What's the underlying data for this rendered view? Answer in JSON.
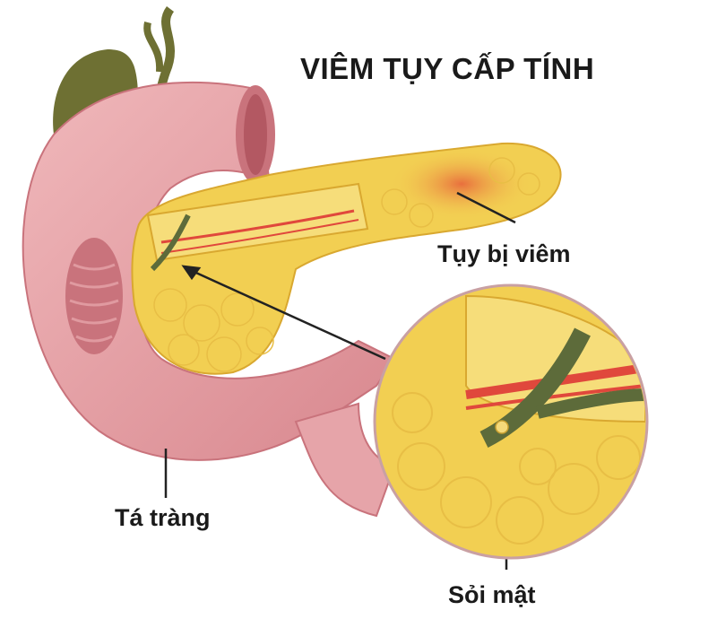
{
  "diagram": {
    "title": "VIÊM TỤY CẤP TÍNH",
    "labels": {
      "inflamed_pancreas": "Tụy bị viêm",
      "duodenum": "Tá tràng",
      "gallstone": "Sỏi mật"
    },
    "colors": {
      "intestine": "#e6a4a9",
      "intestine_dark": "#c9737c",
      "pancreas": "#f2cf52",
      "pancreas_dark": "#d9a830",
      "inflammation": "#e9804c",
      "artery": "#e0483c",
      "bile_duct": "#5d6b3a",
      "gallbladder": "#6e7033",
      "stone": "#f4d97a",
      "text": "#1a1a1a"
    }
  }
}
